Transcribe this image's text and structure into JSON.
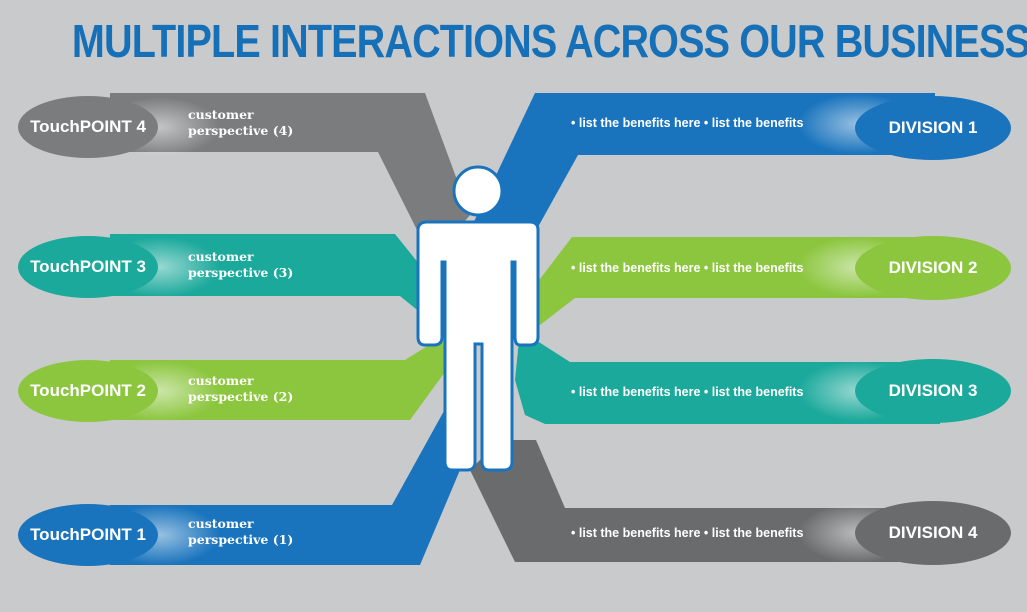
{
  "title": "MULTIPLE INTERACTIONS ACROSS OUR BUSINESS",
  "colors": {
    "background": "#c9cacc",
    "title": "#1570b8",
    "blue": "#1a74bd",
    "green": "#8cc63f",
    "teal": "#1ba99b",
    "gray": "#7b7c7e",
    "dark_gray": "#6a6b6d",
    "figure_outline": "#1a74bd",
    "figure_fill": "#ffffff"
  },
  "touchpoints": [
    {
      "label": "TouchPOINT 4",
      "perspective_line1": "customer",
      "perspective_line2": "perspective (4)",
      "color": "gray"
    },
    {
      "label": "TouchPOINT 3",
      "perspective_line1": "customer",
      "perspective_line2": "perspective (3)",
      "color": "teal"
    },
    {
      "label": "TouchPOINT 2",
      "perspective_line1": "customer",
      "perspective_line2": "perspective (2)",
      "color": "green"
    },
    {
      "label": "TouchPOINT 1",
      "perspective_line1": "customer",
      "perspective_line2": "perspective (1)",
      "color": "blue"
    }
  ],
  "divisions": [
    {
      "label": "DIVISION 1",
      "benefits": "• list the benefits here • list the benefits",
      "color": "blue"
    },
    {
      "label": "DIVISION 2",
      "benefits": "• list the benefits here • list the benefits",
      "color": "green"
    },
    {
      "label": "DIVISION 3",
      "benefits": "• list the benefits here • list the benefits",
      "color": "teal"
    },
    {
      "label": "DIVISION 4",
      "benefits": "• list the benefits here • list the benefits",
      "color": "dark_gray"
    }
  ],
  "icons": {
    "center_figure": "person-icon"
  }
}
